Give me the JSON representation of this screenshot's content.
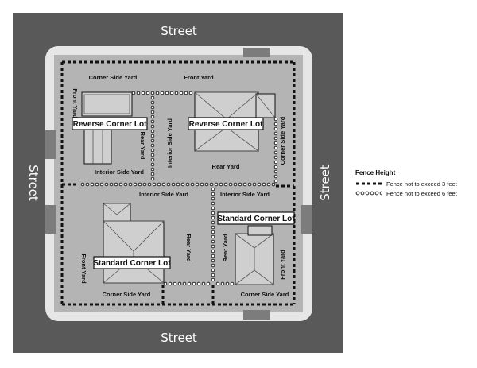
{
  "streets": {
    "top": "Street",
    "bottom": "Street",
    "left": "Street",
    "right": "Street"
  },
  "lots": {
    "reverse_corner_left": "Reverse Corner Lot",
    "reverse_corner_right": "Reverse Corner Lot",
    "standard_corner_left": "Standard Corner Lot",
    "standard_corner_right": "Standard Corner Lot"
  },
  "yards": {
    "corner_side_yard_top_left": "Corner Side Yard",
    "front_yard_top": "Front Yard",
    "front_yard_left_top": "Front Yard",
    "rear_yard_top_mid": "Rear Yard",
    "interior_side_yard_vertical": "Interior Side Yard",
    "corner_side_yard_right_top": "Corner Side Yard",
    "interior_side_yard_left": "Interior Side Yard",
    "rear_yard_right": "Rear Yard",
    "interior_side_yard_mid": "Interior Side Yard",
    "interior_side_yard_right": "Interior Side Yard",
    "rear_yard_mid_bottom": "Rear Yard",
    "rear_yard_right_bottom": "Rear Yard",
    "front_yard_left_bottom": "Front Yard",
    "front_yard_right_bottom": "Front Yard",
    "corner_side_yard_bottom_left": "Corner Side Yard",
    "corner_side_yard_bottom_right": "Corner Side Yard"
  },
  "legend": {
    "title": "Fence Height",
    "items": [
      {
        "label": "Fence not to exceed 3 feet",
        "style": "dashed"
      },
      {
        "label": "Fence not to exceed 6 feet",
        "style": "circles"
      }
    ]
  },
  "colors": {
    "street": "#595959",
    "block": "#b4b4b4",
    "sidewalk": "#e6e6e6",
    "building": "#d0d0d0",
    "driveway": "#9c9c9c"
  }
}
